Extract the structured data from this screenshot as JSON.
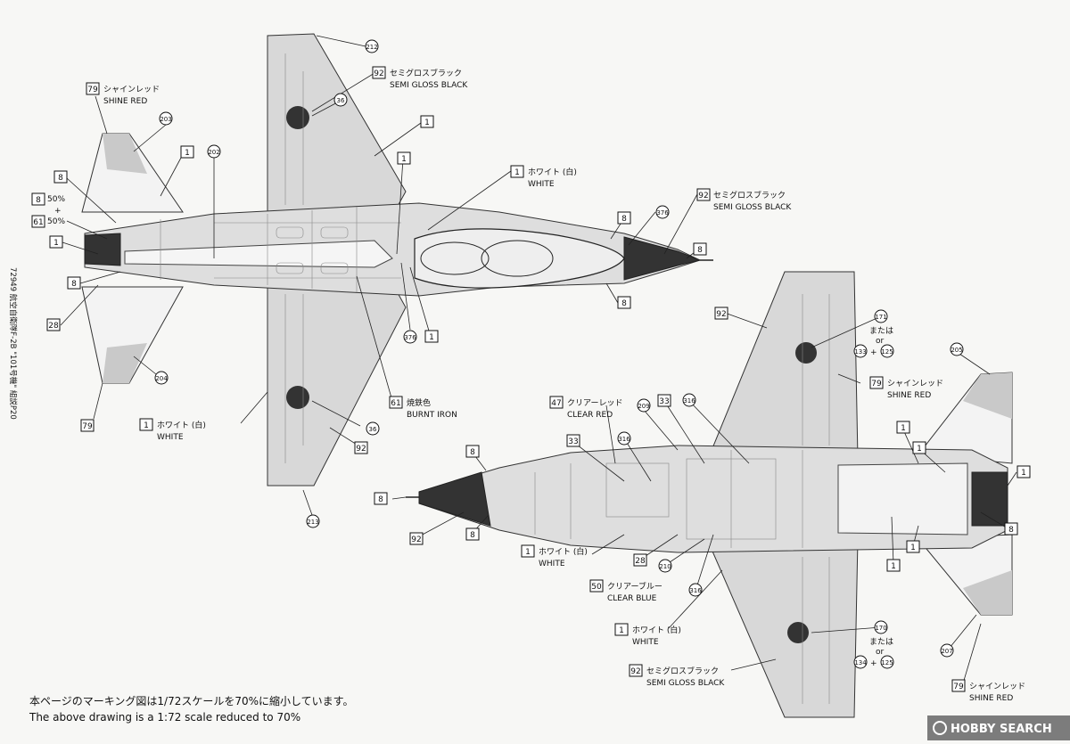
{
  "side_code": "72949 航空自衛隊F-2B \"101号機\" 組説P20",
  "callouts": {
    "c_79_top": "79",
    "c_79_top_jp": "シャインレッド",
    "c_79_top_en": "SHINE RED",
    "c_203": "203",
    "c_1_tail": "1",
    "c_202": "202",
    "c_8_a": "8",
    "c_8_pct": "8",
    "pct_50a": "50%",
    "pct_plus": "+",
    "pct_50b": "50%",
    "c_61_a": "61",
    "c_1_a": "1",
    "c_8_b": "8",
    "c_28_a": "28",
    "c_204": "204",
    "c_79_bottom": "79",
    "c_212": "212",
    "c_92_top": "92",
    "c_92_top_jp": "セミグロスブラック",
    "c_92_top_en": "SEMI GLOSS BLACK",
    "c_36_top": "36",
    "c_1_wing": "1",
    "c_1_mid": "1",
    "c_1_white": "1",
    "c_1_white_jp": "ホワイト (白)",
    "c_1_white_en": "WHITE",
    "c_92_nose": "92",
    "c_92_nose_jp": "セミグロスブラック",
    "c_92_nose_en": "SEMI GLOSS BLACK",
    "c_8_c": "8",
    "c_376_a": "376",
    "c_8_d": "8",
    "c_8_e": "8",
    "c_376_b": "376",
    "c_1_b": "1",
    "c_61_b": "61",
    "c_61_b_jp": "焼鉄色",
    "c_61_b_en": "BURNT IRON",
    "c_36_bot": "36",
    "c_92_b": "92",
    "c_1_white2": "1",
    "c_1_white2_jp": "ホワイト (白)",
    "c_1_white2_en": "WHITE",
    "c_213": "213",
    "c_92_r1": "92",
    "c_171": "171",
    "or_jp_1": "または",
    "or_en_1": "or",
    "c_133": "133",
    "plus_1": "+",
    "c_125_a": "125",
    "c_205": "205",
    "c_79_r": "79",
    "c_79_r_jp": "シャインレッド",
    "c_79_r_en": "SHINE RED",
    "c_47": "47",
    "c_47_jp": "クリアーレッド",
    "c_47_en": "CLEAR RED",
    "c_209": "209",
    "c_33_a": "33",
    "c_316_a": "316",
    "c_33_b": "33",
    "c_316_b": "316",
    "c_8_f": "8",
    "c_8_g": "8",
    "c_8_h": "8",
    "c_92_l": "92",
    "c_1_r1": "1",
    "c_1_r2": "1",
    "c_1_r3": "1",
    "c_1_r4": "1",
    "c_1_r5": "1",
    "c_8_i": "8",
    "c_1_white3": "1",
    "c_1_white3_jp": "ホワイト (白)",
    "c_1_white3_en": "WHITE",
    "c_28_b": "28",
    "c_210": "210",
    "c_50": "50",
    "c_50_jp": "クリアーブルー",
    "c_50_en": "CLEAR BLUE",
    "c_316_c": "316",
    "c_1_white4": "1",
    "c_1_white4_jp": "ホワイト (白)",
    "c_1_white4_en": "WHITE",
    "c_170": "170",
    "or_jp_2": "または",
    "or_en_2": "or",
    "c_134": "134",
    "plus_2": "+",
    "c_125_b": "125",
    "c_207": "207",
    "c_92_b2": "92",
    "c_92_b2_jp": "セミグロスブラック",
    "c_92_b2_en": "SEMI GLOSS BLACK",
    "c_79_b2": "79",
    "c_79_b2_jp": "シャインレッド",
    "c_79_b2_en": "SHINE RED"
  },
  "footer": {
    "note_jp": "本ページのマーキング図は1/72スケールを70%に縮小しています。",
    "note_en": "The above drawing is a 1:72 scale reduced to 70%"
  },
  "watermark": "HOBBY SEARCH"
}
